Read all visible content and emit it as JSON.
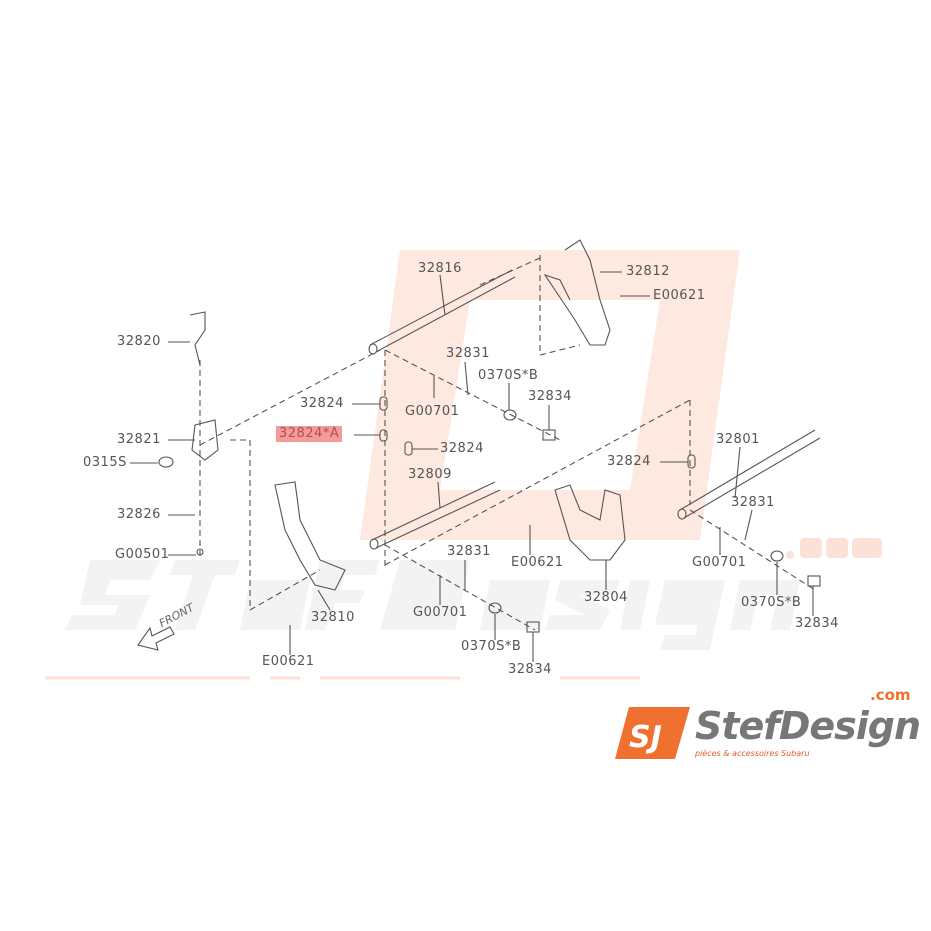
{
  "watermark": {
    "brand": "StefDesign",
    "domain": ".com",
    "tagline": "pièces & accessoires Subaru"
  },
  "logo": {
    "brand": "StefDesign",
    "domain": ".com",
    "tagline": "pièces & accessoires Subaru",
    "mark": "SJ"
  },
  "front_label": "FRONT",
  "labels": {
    "l32816": "32816",
    "l32812": "32812",
    "e00621_top": "E00621",
    "l32820": "32820",
    "l32831_a": "32831",
    "l0370sb_a": "0370S*B",
    "l32824_a": "32824",
    "g00701_a": "G00701",
    "l32834_a": "32834",
    "l32821": "32821",
    "l32824_hl": "32824*A",
    "l32824_b": "32824",
    "l0315s": "0315S",
    "l32809": "32809",
    "l32824_c": "32824",
    "l32801": "32801",
    "l32831_b": "32831",
    "l32826": "32826",
    "g00501": "G00501",
    "e00621_mid": "E00621",
    "g00701_b": "G00701",
    "l32831_c": "32831",
    "l32804": "32804",
    "l0370sb_b": "0370S*B",
    "l32834_b": "32834",
    "l32810": "32810",
    "g00701_c": "G00701",
    "e00621_bot": "E00621",
    "l0370sb_c": "0370S*B",
    "l32834_c": "32834"
  },
  "colors": {
    "highlight": "#f59a9a",
    "accent": "#f07030",
    "line": "#555555"
  }
}
